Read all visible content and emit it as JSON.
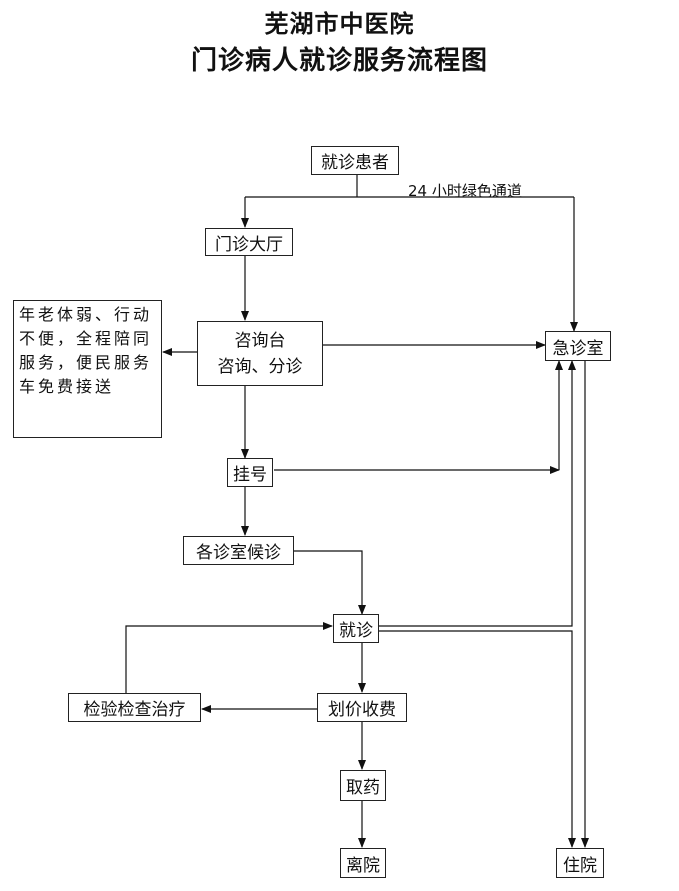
{
  "title": {
    "line1": "芜湖市中医院",
    "line2": "门诊病人就诊服务流程图"
  },
  "nodes": {
    "patient": "就诊患者",
    "green_channel": "24 小时绿色通道",
    "hall": "门诊大厅",
    "consult_line1": "咨询台",
    "consult_line2": "咨询、分诊",
    "assist_note": "年老体弱、行动不便，全程陪同服务，便民服务车免费接送",
    "emergency": "急诊室",
    "register": "挂号",
    "waiting": "各诊室候诊",
    "visit": "就诊",
    "exam": "检验检查治疗",
    "billing": "划价收费",
    "pharmacy": "取药",
    "leave": "离院",
    "admit": "住院"
  }
}
